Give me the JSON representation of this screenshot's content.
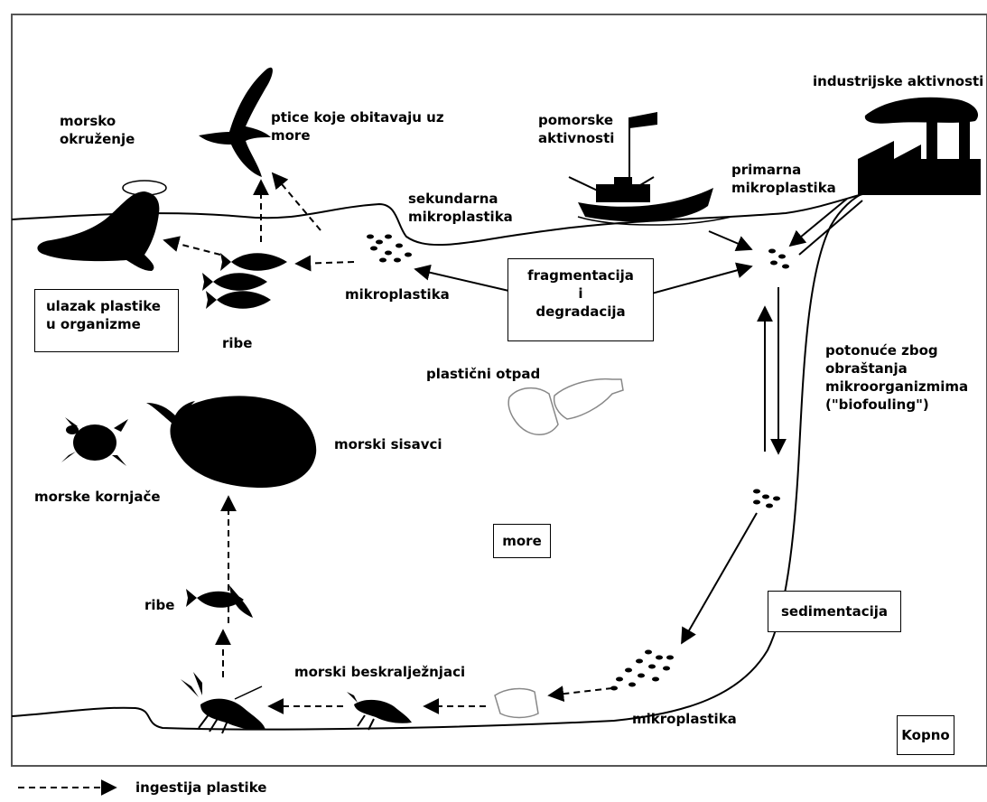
{
  "labels": {
    "morsko_okruzenje": "morsko\nokruženje",
    "ptice": "ptice koje obitavaju uz\nmore",
    "pomorske": "pomorske\naktivnosti",
    "industrijske": "industrijske aktivnosti",
    "sekundarna": "sekundarna\nmikroplastika",
    "primarna": "primarna\nmikroplastika",
    "mikroplastika_top": "mikroplastika",
    "ribe_top": "ribe",
    "plasticni_otpad": "plastični otpad",
    "potonuce": "potonuće zbog\nobraštanja\nmikroorganizmima\n(\"biofouling\")",
    "morski_sisavci": "morski sisavci",
    "morske_kornjace": "morske kornjače",
    "ribe_bottom": "ribe",
    "beskraljeznjaci": "morski beskralježnjaci",
    "mikroplastika_bottom": "mikroplastika"
  },
  "boxes": {
    "ulazak": "ulazak plastike\nu organizme",
    "fragmentacija": "fragmentacija\ni\ndegradacija",
    "more": "more",
    "sedimentacija": "sedimentacija",
    "kopno": "Kopno"
  },
  "legend": {
    "ingestija": "ingestija plastike"
  },
  "colors": {
    "ink": "#000000",
    "background": "#ffffff",
    "frame": "#555555"
  }
}
